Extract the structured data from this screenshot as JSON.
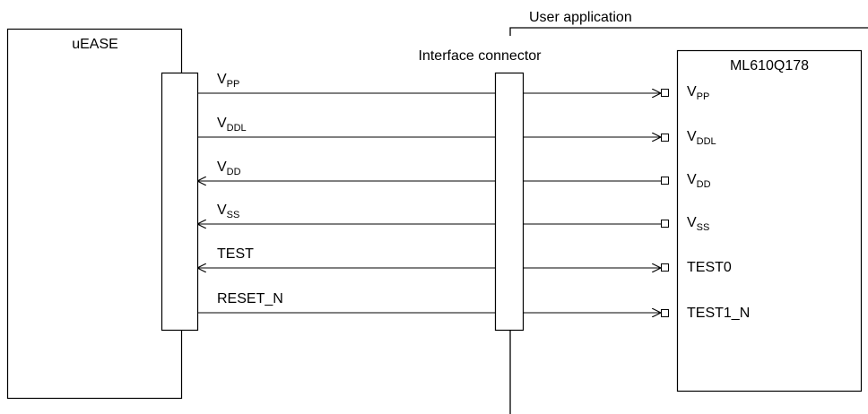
{
  "title": "User application",
  "left_block": {
    "label": "uEASE"
  },
  "connector": {
    "label": "Interface connector"
  },
  "device": {
    "label": "ML610Q178"
  },
  "signals": [
    {
      "left": {
        "main": "V",
        "sub": "PP"
      },
      "right": {
        "main": "V",
        "sub": "PP"
      }
    },
    {
      "left": {
        "main": "V",
        "sub": "DDL"
      },
      "right": {
        "main": "V",
        "sub": "DDL"
      }
    },
    {
      "left": {
        "main": "V",
        "sub": "DD"
      },
      "right": {
        "main": "V",
        "sub": "DD"
      }
    },
    {
      "left": {
        "main": "V",
        "sub": "SS"
      },
      "right": {
        "main": "V",
        "sub": "SS"
      }
    },
    {
      "left": {
        "main": "TEST",
        "sub": ""
      },
      "right": {
        "main": "TEST0",
        "sub": ""
      }
    },
    {
      "left": {
        "main": "RESET_N",
        "sub": ""
      },
      "right": {
        "main": "TEST1_N",
        "sub": ""
      }
    }
  ]
}
